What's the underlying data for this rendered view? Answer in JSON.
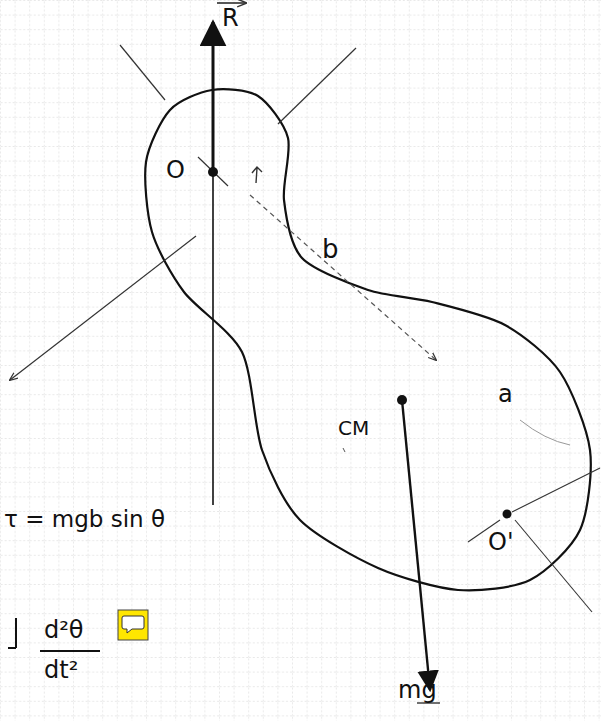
{
  "diagram": {
    "labels": [
      "R",
      "O",
      "b",
      "CM",
      "a",
      "O'",
      "τ = mgb sin θ",
      "d²θ",
      "dt²",
      "mg"
    ]
  }
}
